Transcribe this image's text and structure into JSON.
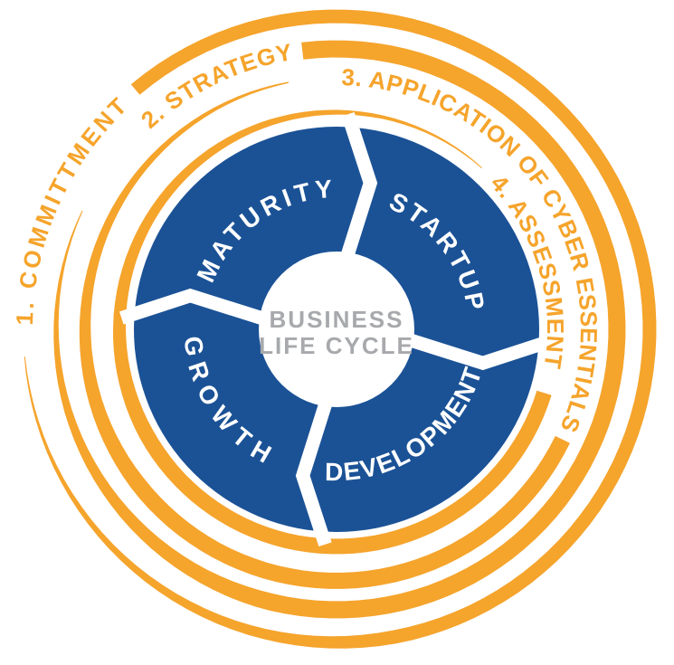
{
  "diagram": {
    "name": "business-life-cycle",
    "center": {
      "line1": "BUSINESS",
      "line2": "LIFE CYCLE"
    },
    "wheel_segments": [
      {
        "label": "MATURITY"
      },
      {
        "label": "STARTUP"
      },
      {
        "label": "DEVELOPMENT"
      },
      {
        "label": "GROWTH"
      }
    ],
    "phases": [
      {
        "label": "1. COMMITTMENT"
      },
      {
        "label": "2. STRATEGY"
      },
      {
        "label": "3. APPLICATION OF CYBER ESSENTIALS"
      },
      {
        "label": "4. ASSESSMENT"
      }
    ],
    "colors": {
      "blue": "#1B5296",
      "orange": "#F5A42C",
      "gray": "#A7A9AC",
      "white": "#FFFFFF"
    }
  }
}
